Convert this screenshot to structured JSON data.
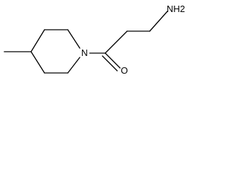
{
  "molecule": {
    "atoms": {
      "nitrogen_label": "N",
      "oxygen_label": "O",
      "amine_label": "NH2"
    }
  }
}
